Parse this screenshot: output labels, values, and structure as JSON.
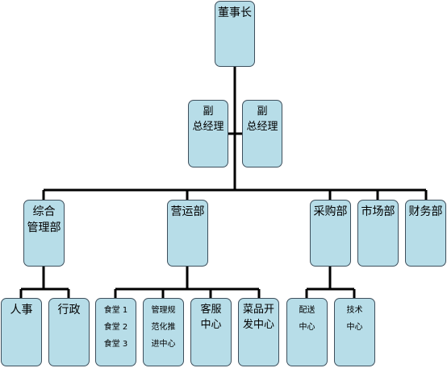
{
  "org_chart": {
    "chairman": "董事长",
    "vice_gm_1": [
      "副",
      "总经理"
    ],
    "vice_gm_2": [
      "副",
      "总经理"
    ],
    "general_affairs": [
      "综合",
      "管理部"
    ],
    "operations": "营运部",
    "purchasing": "采购部",
    "marketing": "市场部",
    "finance": "财务部",
    "hr": "人事",
    "admin": "行政",
    "canteens": [
      "食堂 1",
      "食堂 2",
      "食堂 3"
    ],
    "standards_center": [
      "管理规",
      "范化推",
      "进中心"
    ],
    "customer_service": [
      "客服",
      "中心"
    ],
    "dish_dev": [
      "菜品开",
      "发中心"
    ],
    "distribution": [
      "配送",
      "中心"
    ],
    "tech": [
      "技术",
      "中心"
    ]
  },
  "colors": {
    "box_fill": "#b7dde8",
    "box_border": "#3d4f5c",
    "connector": "#000000"
  }
}
